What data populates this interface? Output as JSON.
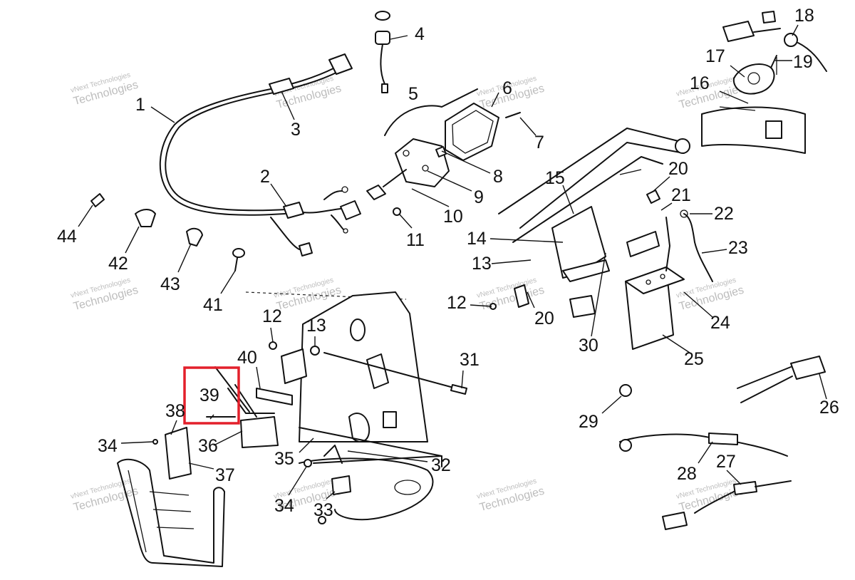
{
  "watermark": {
    "line1": "vNext Technologies",
    "line2": "Technologies"
  },
  "highlight": {
    "part": "39",
    "color": "#e3202b"
  },
  "labels": {
    "p1": "1",
    "p2": "2",
    "p3": "3",
    "p4": "4",
    "p5": "5",
    "p6": "6",
    "p7": "7",
    "p8": "8",
    "p9": "9",
    "p10": "10",
    "p11": "11",
    "p12a": "12",
    "p12b": "12",
    "p13a": "13",
    "p13b": "13",
    "p14": "14",
    "p15": "15",
    "p16": "16",
    "p17": "17",
    "p18": "18",
    "p19": "19",
    "p20a": "20",
    "p20b": "20",
    "p21": "21",
    "p22": "22",
    "p23": "23",
    "p24": "24",
    "p25": "25",
    "p26": "26",
    "p27": "27",
    "p28": "28",
    "p29": "29",
    "p30": "30",
    "p31": "31",
    "p32": "32",
    "p33": "33",
    "p34a": "34",
    "p34b": "34",
    "p35": "35",
    "p36": "36",
    "p37": "37",
    "p38": "38",
    "p39": "39",
    "p40": "40",
    "p41": "41",
    "p42": "42",
    "p43": "43",
    "p44": "44"
  }
}
